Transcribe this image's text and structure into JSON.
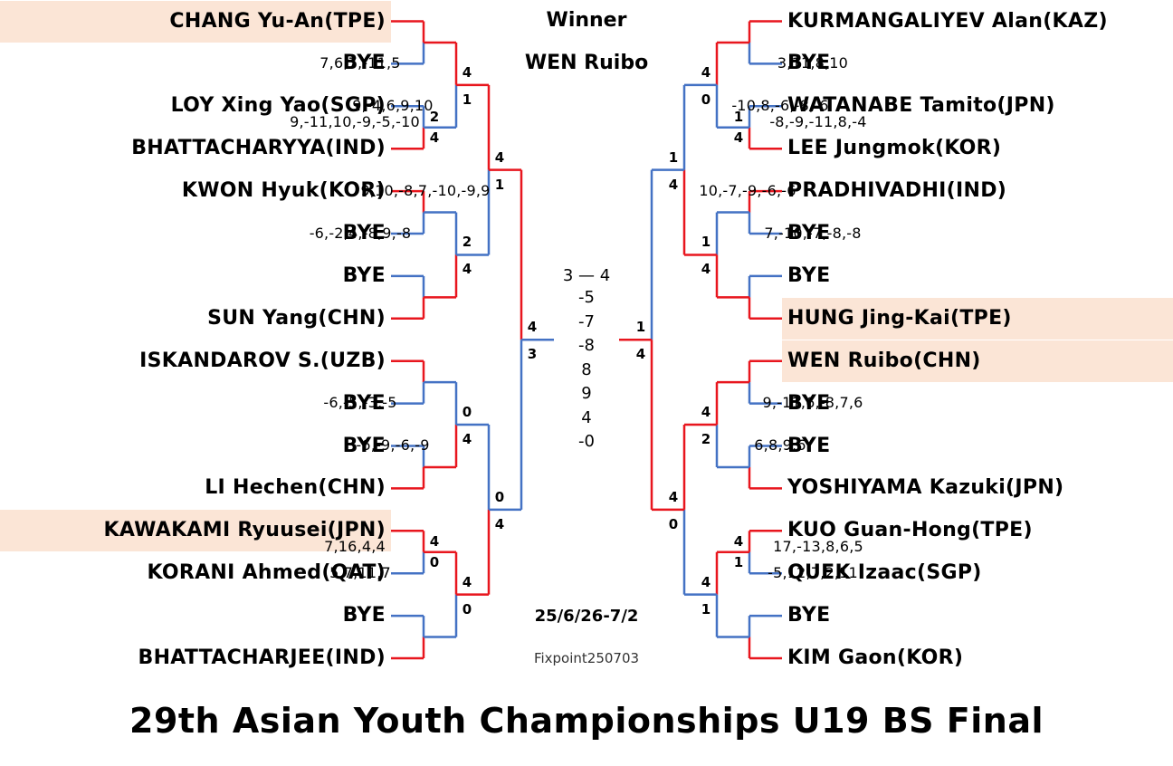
{
  "colors": {
    "win": "#e8161e",
    "lose": "#4472c4",
    "highlight": "#fbe5d6"
  },
  "title": "29th Asian Youth Championships U19 BS Final",
  "winner_label": "Winner",
  "winner_name": "WEN Ruibo",
  "date": "25/6/26-7/2",
  "source": "Fixpoint250703",
  "final": {
    "left_games": "3",
    "right_games": "4",
    "sets": [
      "-5",
      "-7",
      "-8",
      "8",
      "9",
      "4",
      "-0"
    ]
  },
  "left": {
    "players": [
      "CHANG Yu-An(TPE)",
      "BYE",
      "LOY Xing Yao(SGP)",
      "BHATTACHARYYA(IND)",
      "KWON Hyuk(KOR)",
      "BYE",
      "BYE",
      "SUN Yang(CHN)",
      "ISKANDAROV S.(UZB)",
      "BYE",
      "BYE",
      "LI Hechen(CHN)",
      "KAWAKAMI Ryuusei(JPN)",
      "KORANI Ahmed(QAT)",
      "BYE",
      "BHATTACHARJEE(IND)"
    ],
    "highlighted": [
      0,
      12
    ],
    "r1": [
      {
        "g": [
          "2",
          "4"
        ],
        "s": "9,-11,10,-9,-5,-10"
      },
      {
        "g": [
          "4",
          "0"
        ],
        "s": "7,16,4,4"
      }
    ],
    "r2": [
      {
        "g": [
          "4",
          "1"
        ],
        "s": "7,6,7,-11,5"
      },
      {
        "g": [
          "2",
          "4"
        ],
        "s": "-6,-2,4,-8,9,-8"
      },
      {
        "g": [
          "0",
          "4"
        ],
        "s": "-6,-5,-3,-5"
      },
      {
        "g": [
          "4",
          "0"
        ],
        "s": "5,7,11,7"
      }
    ],
    "r3": [
      {
        "g": [
          "4",
          "1"
        ],
        "s": "9,-4,6,9,10"
      },
      {
        "g": [
          "0",
          "4"
        ],
        "s": "-6,-9,-6,-9"
      }
    ],
    "r4": {
      "g": [
        "4",
        "3"
      ],
      "s": "9,10,-8,7,-10,-9,9"
    }
  },
  "right": {
    "players": [
      "KURMANGALIYEV Alan(KAZ)",
      "BYE",
      "WATANABE Tamito(JPN)",
      "LEE Jungmok(KOR)",
      "PRADHIVADHI(IND)",
      "BYE",
      "BYE",
      "HUNG Jing-Kai(TPE)",
      "WEN Ruibo(CHN)",
      "BYE",
      "BYE",
      "YOSHIYAMA Kazuki(JPN)",
      "KUO Guan-Hong(TPE)",
      "QUEK Izaac(SGP)",
      "BYE",
      "KIM Gaon(KOR)"
    ],
    "highlighted": [
      7,
      8
    ],
    "r1": [
      {
        "g": [
          "1",
          "4"
        ],
        "s": "-8,-9,-11,8,-4"
      },
      {
        "g": [
          "4",
          "1"
        ],
        "s": "17,-13,8,6,5"
      }
    ],
    "r2": [
      {
        "g": [
          "4",
          "0"
        ],
        "s": "3,11,8,10"
      },
      {
        "g": [
          "1",
          "4"
        ],
        "s": "7,-10,-7,-8,-8"
      },
      {
        "g": [
          "4",
          "2"
        ],
        "s": "9,-11,6,-8,7,6"
      },
      {
        "g": [
          "4",
          "1"
        ],
        "s": "-5,12,7,2,11"
      }
    ],
    "r3": [
      {
        "g": [
          "1",
          "4"
        ],
        "s": "-10,8,-6,-8,-6"
      },
      {
        "g": [
          "4",
          "0"
        ],
        "s": "6,8,9,6"
      }
    ],
    "r4": {
      "g": [
        "1",
        "4"
      ],
      "s": "10,-7,-9,-6,-6"
    }
  }
}
